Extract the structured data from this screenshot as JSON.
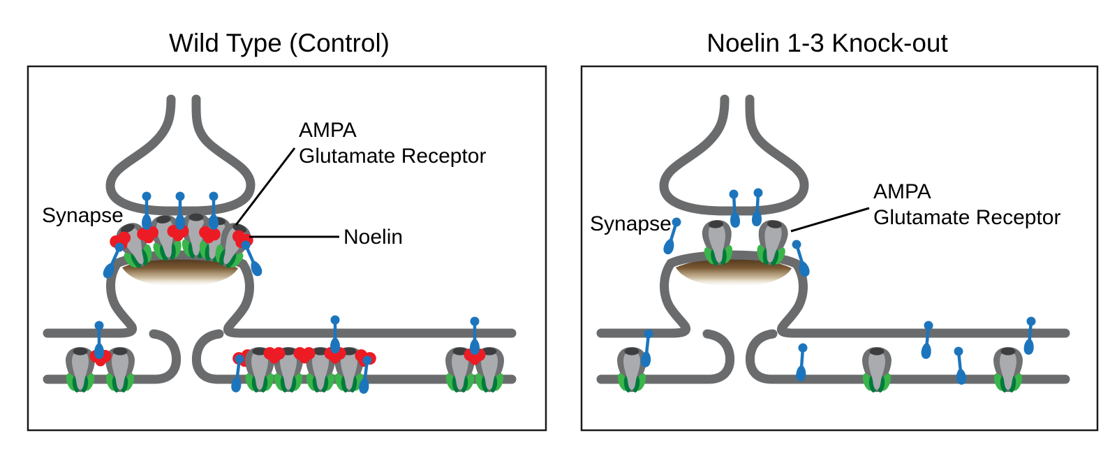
{
  "figure": {
    "panels": [
      {
        "id": "wild-type",
        "title": "Wild Type (Control)",
        "labels": {
          "synapse": "Synapse",
          "receptor_line1": "AMPA",
          "receptor_line2": "Glutamate Receptor",
          "noelin": "Noelin"
        }
      },
      {
        "id": "noelin-knockout",
        "title": "Noelin 1-3 Knock-out",
        "labels": {
          "synapse": "Synapse",
          "receptor_line1": "AMPA",
          "receptor_line2": "Glutamate Receptor"
        }
      }
    ],
    "colors": {
      "membrane_gray": "#6a6b6d",
      "receptor_body_gray": "#6e7072",
      "receptor_inner_gray": "#a9abae",
      "receptor_cap_dark": "#3c3d3f",
      "transmembrane_green_light": "#39b54a",
      "transmembrane_green_dark": "#007a3d",
      "noelin_red": "#ec1b24",
      "glutamate_blue": "#1c75bc",
      "psd_brown": "#4e351b",
      "panel_border": "#1a1a1a",
      "background": "#ffffff"
    }
  }
}
